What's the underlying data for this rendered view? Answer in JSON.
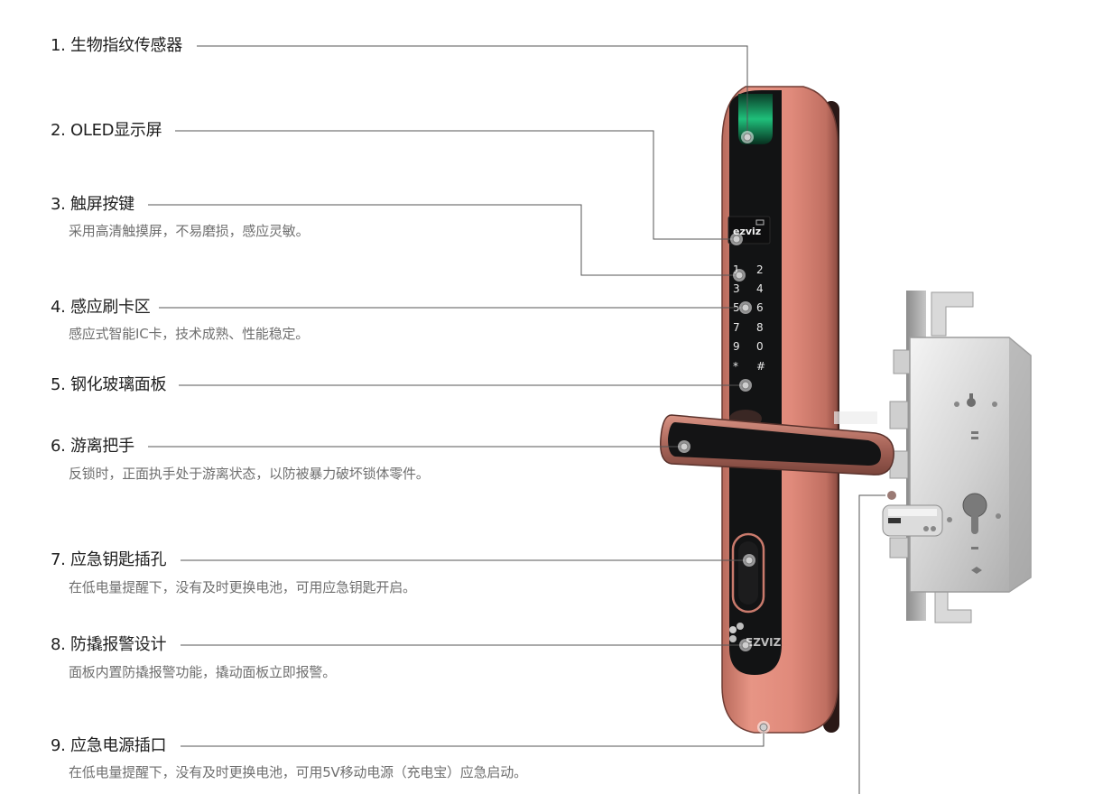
{
  "features": [
    {
      "label": "1. 生物指纹传感器",
      "desc": ""
    },
    {
      "label": "2. OLED显示屏",
      "desc": ""
    },
    {
      "label": "3. 触屏按键",
      "desc": "采用高清触摸屏，不易磨损，感应灵敏。"
    },
    {
      "label": "4. 感应刷卡区",
      "desc": "感应式智能IC卡，技术成熟、性能稳定。"
    },
    {
      "label": "5. 钢化玻璃面板",
      "desc": ""
    },
    {
      "label": "6. 游离把手",
      "desc": "反锁时，正面执手处于游离状态，以防被暴力破坏锁体零件。"
    },
    {
      "label": "7. 应急钥匙插孔",
      "desc": "在低电量提醒下，没有及时更换电池，可用应急钥匙开启。"
    },
    {
      "label": "8. 防撬报警设计",
      "desc": "面板内置防撬报警功能，撬动面板立即报警。"
    },
    {
      "label": "9. 应急电源插口",
      "desc": "在低电量提醒下，没有及时更换电池，可用5V移动电源（充电宝）应急启动。"
    }
  ],
  "device": {
    "screen_brand": "ezviz",
    "panel_brand": "EZVIZ",
    "keypad": [
      "1",
      "2",
      "3",
      "4",
      "5",
      "6",
      "7",
      "8",
      "9",
      "0",
      "*",
      "#"
    ]
  },
  "colors": {
    "panel_rose": "#e0887a",
    "panel_dark": "#121314",
    "leader_line": "#555555",
    "fingerprint_green": "#1fbf7a"
  }
}
